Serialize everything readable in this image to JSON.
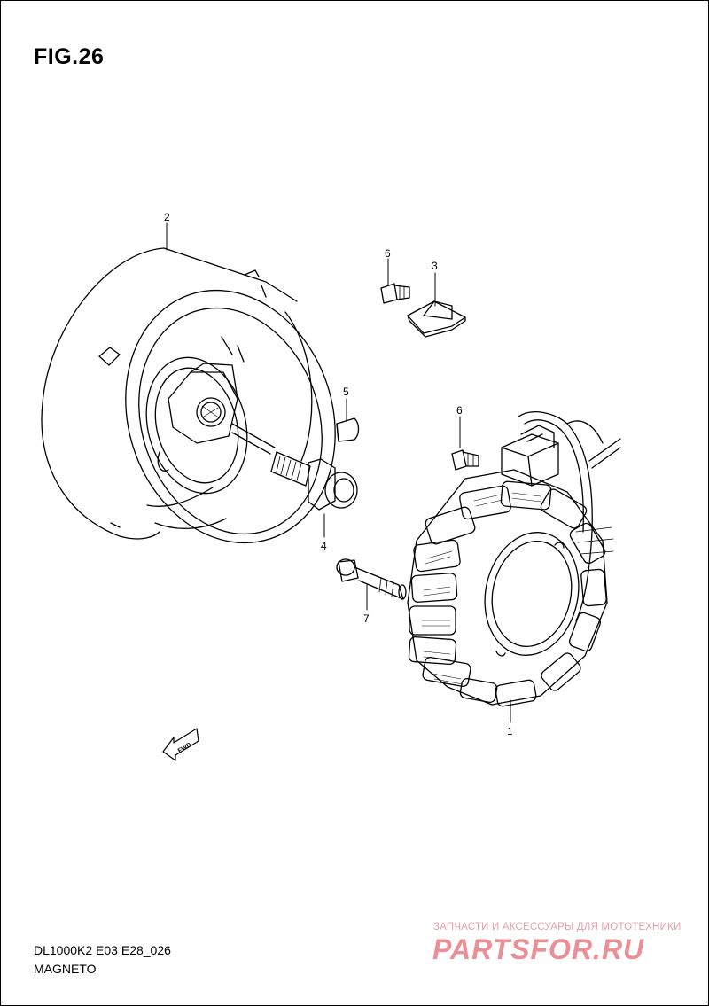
{
  "figure": {
    "title": "FIG.26"
  },
  "callouts": [
    {
      "id": "1",
      "label": "1"
    },
    {
      "id": "2",
      "label": "2"
    },
    {
      "id": "3",
      "label": "3"
    },
    {
      "id": "4",
      "label": "4"
    },
    {
      "id": "5",
      "label": "5"
    },
    {
      "id": "6",
      "label": "6"
    },
    {
      "id": "6b",
      "label": "6"
    },
    {
      "id": "7",
      "label": "7"
    }
  ],
  "direction_marker": {
    "label": "FWD"
  },
  "footer": {
    "model_code": "DL1000K2 E03 E28_026",
    "group_name": "MAGNETO"
  },
  "watermark": {
    "tagline": "ЗАПЧАСТИ И АКСЕССУАРЫ ДЛЯ МОТОТЕХНИКИ",
    "logo_text": "PARTSFOR.RU",
    "color": "#d9343f"
  }
}
